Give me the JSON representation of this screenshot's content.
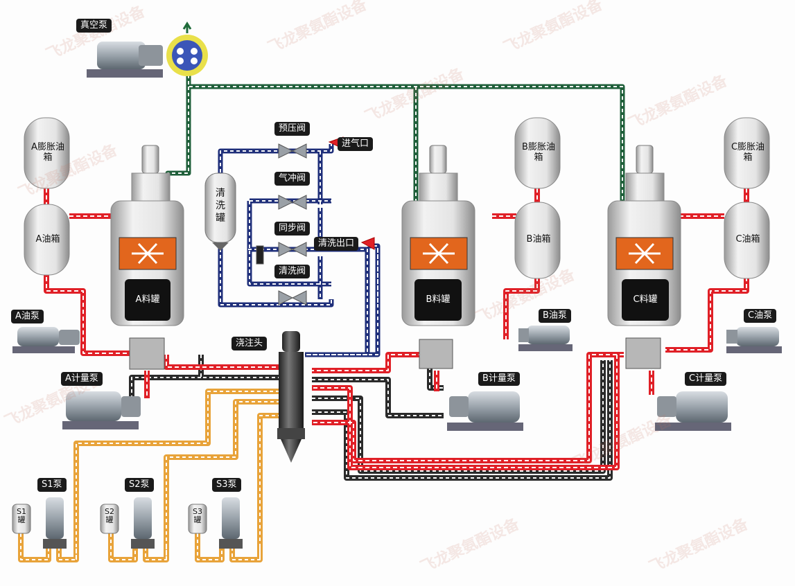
{
  "watermark_text": "飞龙聚氨酯设备",
  "labels": {
    "vacuum_pump": "真空泵",
    "pre_pressure_valve": "预压阀",
    "air_inlet": "进气口",
    "air_flush_valve": "气冲阀",
    "sync_valve": "同步阀",
    "cleaning_outlet": "清洗出口",
    "cleaning_valve": "清洗阀",
    "pouring_head": "浇注头",
    "a_oil_pump": "A油泵",
    "b_oil_pump": "B油泵",
    "c_oil_pump": "C油泵",
    "a_metering_pump": "A计量泵",
    "b_metering_pump": "B计量泵",
    "c_metering_pump": "C计量泵",
    "s1_pump": "S1泵",
    "s2_pump": "S2泵",
    "s3_pump": "S3泵"
  },
  "tanks": {
    "a_expansion": "A膨胀油箱",
    "a_oil": "A油箱",
    "b_expansion": "B膨胀油箱",
    "b_oil": "B油箱",
    "c_expansion": "C膨胀油箱",
    "c_oil": "C油箱",
    "cleaning": "清洗罐",
    "a_material": "A料罐",
    "b_material": "B料罐",
    "c_material": "C料罐",
    "s1": "S1罐",
    "s2": "S2罐",
    "s3": "S3罐"
  },
  "pipe_colors": {
    "vacuum": "#1f5f3a",
    "cleaning": "#1f2f7a",
    "material": "#e02027",
    "return": "#2b2b2b",
    "s_line": "#e8a33a",
    "heater": "#e2661d"
  }
}
